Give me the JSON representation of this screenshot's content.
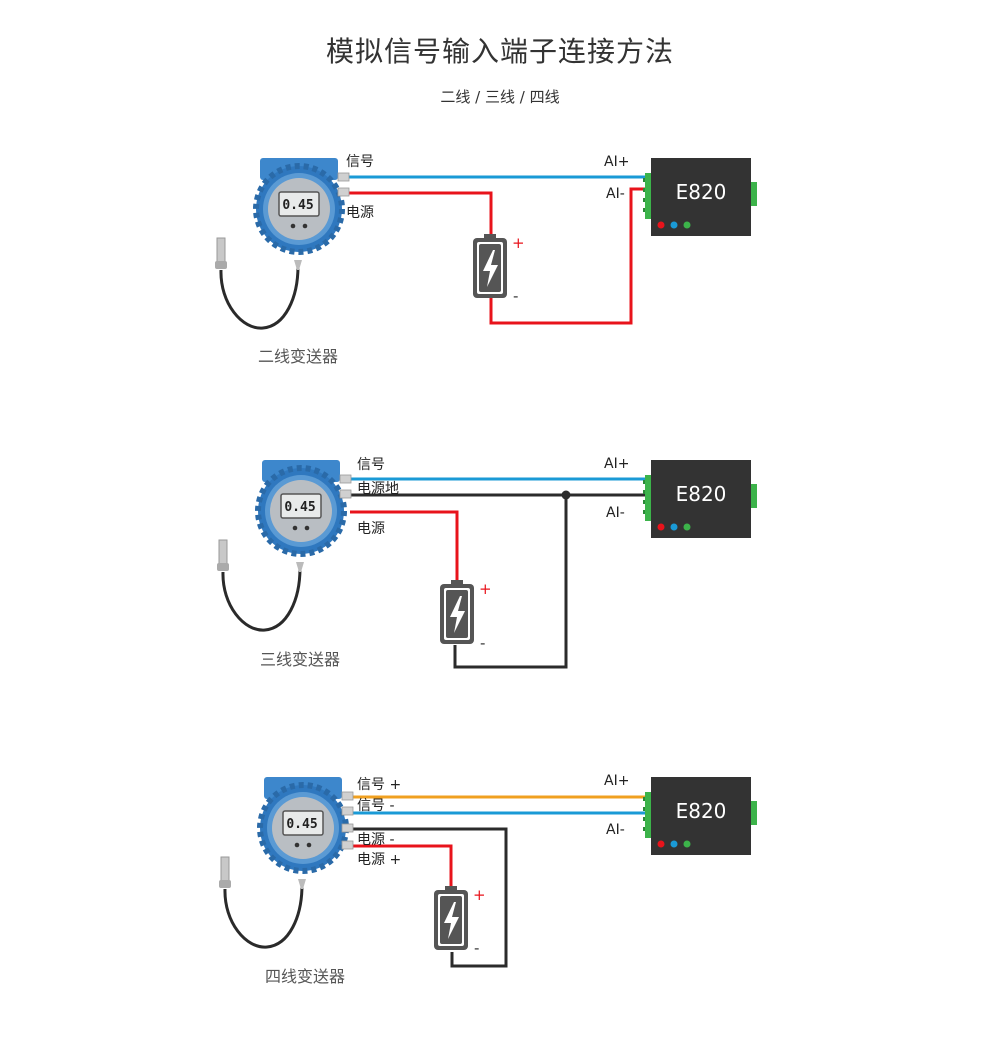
{
  "title": "模拟信号输入端子连接方法",
  "subtitle": "二线 / 三线 / 四线",
  "colors": {
    "signal_wire": "#1a9ad6",
    "power_wire": "#e8131b",
    "ground_wire": "#2b2b2b",
    "signal_plus_wire": "#f0a020",
    "transmitter_body": "#3d87cc",
    "device_body": "#333333",
    "terminal": "#3cb34a",
    "battery_body": "#555555"
  },
  "icons": {
    "transmitter": "transmitter-icon",
    "battery": "battery-icon",
    "device": "e820-device-icon"
  },
  "display_value": "0.45",
  "device_name": "E820",
  "battery_plus": "+",
  "battery_minus": "-",
  "two_wire": {
    "caption": "二线变送器",
    "signal_label": "信号",
    "power_label": "电源",
    "ai_plus": "AI+",
    "ai_minus": "AI-"
  },
  "three_wire": {
    "caption": "三线变送器",
    "signal_label": "信号",
    "ground_label": "电源地",
    "power_label": "电源",
    "ai_plus": "AI+",
    "ai_minus": "AI-"
  },
  "four_wire": {
    "caption": "四线变送器",
    "signal_plus_label": "信号 +",
    "signal_minus_label": "信号 -",
    "power_minus_label": "电源 -",
    "power_plus_label": "电源 +",
    "ai_plus": "AI+",
    "ai_minus": "AI-"
  }
}
